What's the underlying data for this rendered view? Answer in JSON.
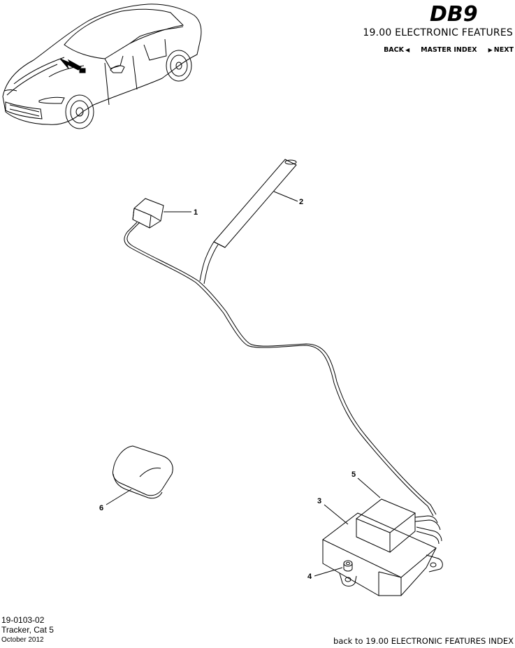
{
  "header": {
    "logo_text": "DB9",
    "section_title": "19.00 ELECTRONIC FEATURES",
    "nav": {
      "back": "BACK",
      "master_index": "MASTER INDEX",
      "next": "NEXT"
    }
  },
  "diagram": {
    "callouts": [
      "1",
      "2",
      "3",
      "4",
      "5",
      "6"
    ],
    "icons": {
      "car": "car-illustration",
      "location_arrow": "arrow-icon"
    }
  },
  "footer": {
    "code": "19-0103-02",
    "description": "Tracker, Cat 5",
    "date": "October 2012",
    "back_link": "back to 19.00 ELECTRONIC FEATURES INDEX"
  }
}
